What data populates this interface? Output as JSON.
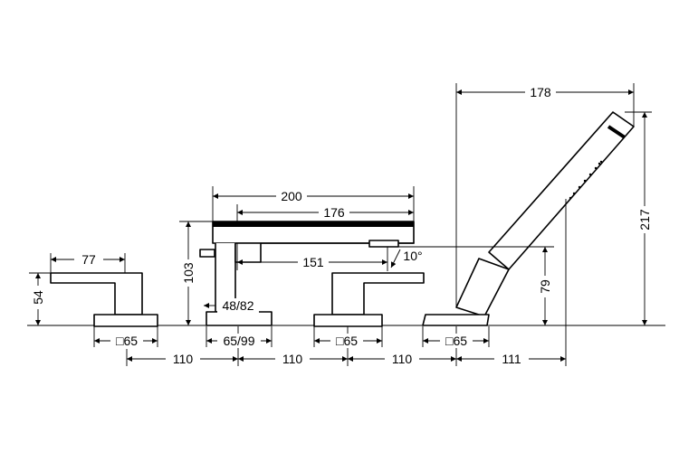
{
  "dimensions": {
    "lever_width": "77",
    "lever_height": "54",
    "base1": "□65",
    "spacing1": "110",
    "spout_total": "200",
    "spout_top": "176",
    "spout_reach": "151",
    "spout_height": "103",
    "spout_base_inner": "48/82",
    "spout_base": "65/99",
    "spacing2": "110",
    "angle": "10°",
    "base3": "□65",
    "spacing3": "110",
    "shower_width": "178",
    "shower_height": "217",
    "shower_base_height": "79",
    "base4": "□65",
    "spacing4": "111"
  }
}
